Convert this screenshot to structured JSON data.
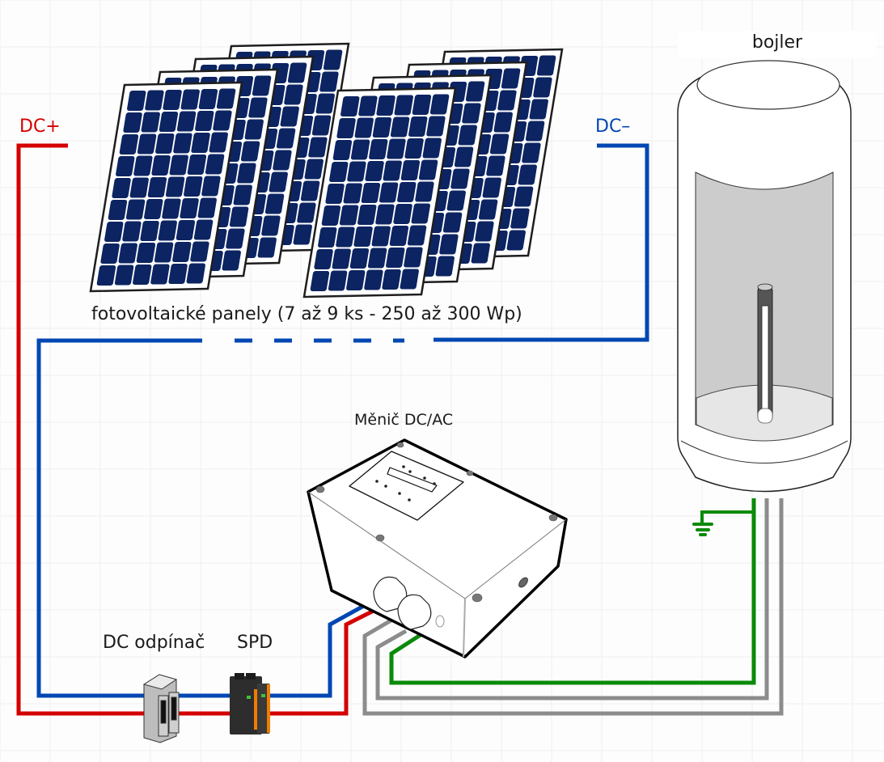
{
  "title": "Fotovoltaický ohřev vody – schéma zapojení",
  "labels": {
    "dc_plus": "DC+",
    "dc_minus": "DC–",
    "boiler": "bojler",
    "panels": "fotovoltaické panely (7 až 9 ks - 250 až 300 Wp)",
    "inverter": "Měnič DC/AC",
    "dc_switch": "DC odpínač",
    "spd": "SPD"
  },
  "colors": {
    "dc_plus": "#d40000",
    "dc_minus": "#0047b3",
    "ground": "#0a8a0a",
    "ac_wire": "#8c8c8c",
    "panel_cell": "#0c2461",
    "outline": "#111111",
    "boiler_interior": "#cccccc",
    "spd_accent": "#f07c00"
  },
  "components": [
    {
      "id": "pv-array-left",
      "type": "solar-panel-stack",
      "panel_count": 4,
      "cell_columns": 6,
      "cell_rows": 9
    },
    {
      "id": "pv-array-right",
      "type": "solar-panel-stack",
      "panel_count": 4,
      "cell_columns": 6,
      "cell_rows": 9
    },
    {
      "id": "boiler",
      "type": "water-heater"
    },
    {
      "id": "inverter",
      "type": "dc-ac-inverter"
    },
    {
      "id": "dc-switch",
      "type": "dc-disconnector"
    },
    {
      "id": "spd",
      "type": "surge-protection-device"
    },
    {
      "id": "ground",
      "type": "earth-symbol"
    }
  ],
  "wires": [
    {
      "id": "dc-plus",
      "color_key": "dc_plus"
    },
    {
      "id": "dc-minus",
      "color_key": "dc_minus"
    },
    {
      "id": "ac-line-1",
      "color_key": "ac_wire"
    },
    {
      "id": "ac-line-2",
      "color_key": "ac_wire"
    },
    {
      "id": "pe",
      "color_key": "ground"
    }
  ]
}
